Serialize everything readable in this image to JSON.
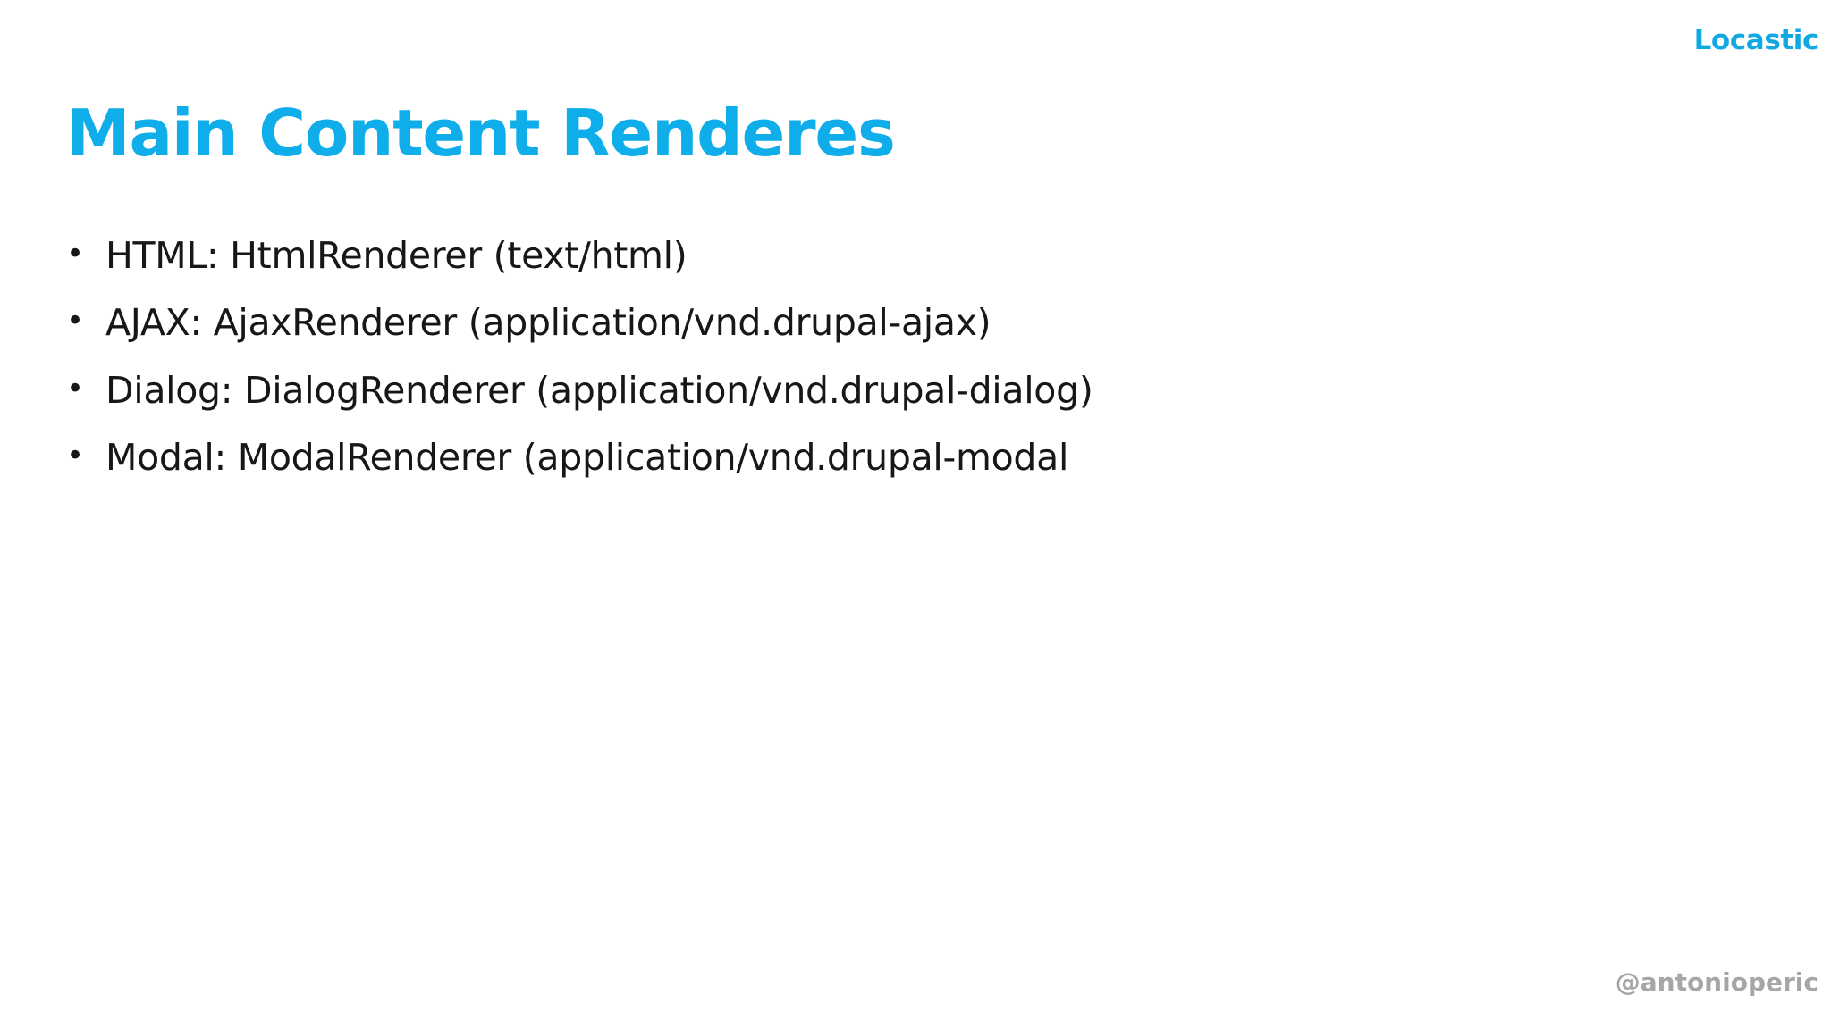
{
  "slide": {
    "background_color": "#ffffff",
    "accent_color": "#0fade9",
    "body_text_color": "#171717",
    "footer_text_color": "#a6a6a6"
  },
  "brand": {
    "name": "Locastic"
  },
  "title": {
    "text": "Main Content Renderes"
  },
  "bullets": {
    "marker": "•",
    "items": [
      {
        "text": "HTML: HtmlRenderer (text/html)"
      },
      {
        "text": "AJAX: AjaxRenderer (application/vnd.drupal-ajax)"
      },
      {
        "text": "Dialog: DialogRenderer (application/vnd.drupal-dialog)"
      },
      {
        "text": "Modal: ModalRenderer (application/vnd.drupal-modal"
      }
    ]
  },
  "footer": {
    "handle": "@antonioperic"
  }
}
